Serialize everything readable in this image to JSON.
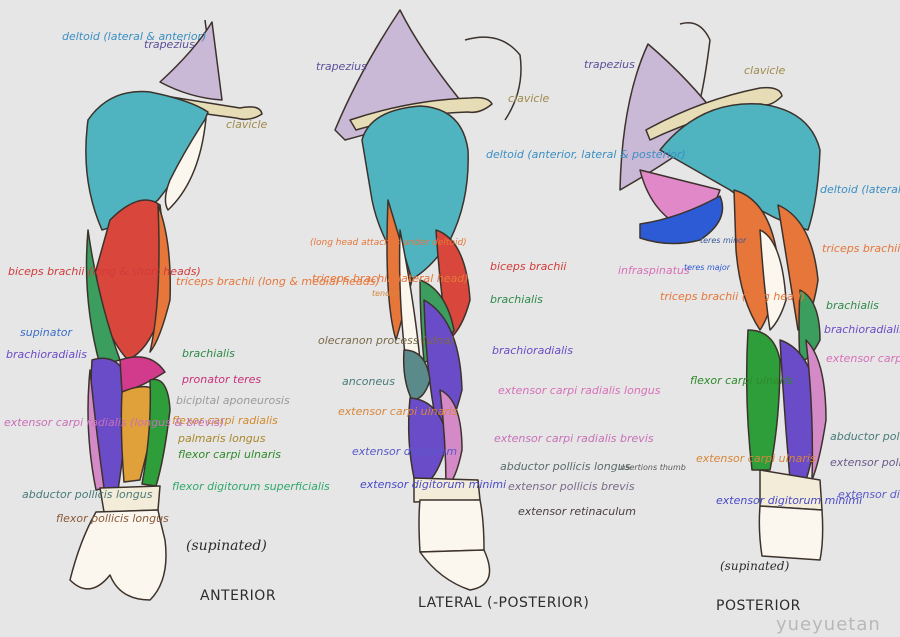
{
  "titles": {
    "anterior": "ANTERIOR",
    "lateral": "LATERAL (-POSTERIOR)",
    "posterior": "POSTERIOR",
    "supinated_a": "(supinated)",
    "supinated_p": "(supinated)"
  },
  "watermark": "yueyuetan",
  "colors": {
    "deltoid": "#4fb4c0",
    "trapezius": "#c9b8d6",
    "biceps": "#d9473c",
    "triceps": "#e6763a",
    "brachialis": "#3c9e5e",
    "brachioradialis": "#6a4bc8",
    "pronator": "#d23a8c",
    "flexor_radialis": "#e0a03a",
    "palmaris": "#caa43a",
    "flexor_ulnaris": "#2e9e3a",
    "extensor_radialis": "#d58ac8",
    "abductor": "#5a8a8a",
    "teres_major": "#2d5bd6",
    "infraspinatus": "#e088c8",
    "clavicle": "#e6dcb6",
    "skin": "#fbf7ee",
    "outline": "#3c322c"
  },
  "anterior": {
    "labels": {
      "deltoid": "deltoid (lateral & anterior)",
      "trapezius": "trapezius",
      "clavicle": "clavicle",
      "biceps": "biceps brachii (long & short heads)",
      "triceps": "triceps brachii (long & medial heads)",
      "supinator": "supinator",
      "brachioradialis": "brachioradialis",
      "brachialis": "brachialis",
      "pronator": "pronator teres",
      "bicipital": "bicipital aponeurosis",
      "flexor_radialis": "flexor carpi radialis",
      "palmaris": "palmaris longus",
      "flexor_ulnaris": "flexor carpi ulnaris",
      "extensor_radialis": "extensor carpi radialis (longus & brevis)",
      "flexor_digitorum": "flexor digitorum superficialis",
      "abductor": "abductor pollicis longus",
      "flexor_pollicis": "flexor pollicis longus"
    }
  },
  "lateral": {
    "labels": {
      "trapezius": "trapezius",
      "clavicle": "clavicle",
      "deltoid": "deltoid (anterior, lateral & posterior)",
      "triceps_long": "(long head attaches under deltoid)",
      "triceps": "triceps brachii (lateral head)",
      "tendon": "tendon",
      "biceps": "biceps brachii",
      "brachialis": "brachialis",
      "olecranon": "olecranon process (ulna)",
      "brachioradialis": "brachioradialis",
      "anconeus": "anconeus",
      "ext_radialis_longus": "extensor carpi radialis longus",
      "ext_ulnaris": "extensor carpi ulnaris",
      "ext_radialis_brevis": "extensor carpi radialis brevis",
      "ext_digitorum": "extensor digitorum",
      "abd_pollicis": "abductor pollicis longus",
      "ext_pollicis": "extensor pollicis brevis",
      "ext_minimi": "extensor digitorum minimi",
      "thumb": "insertions thumb",
      "retinaculum": "extensor retinaculum"
    }
  },
  "posterior": {
    "labels": {
      "trapezius": "trapezius",
      "clavicle": "clavicle",
      "deltoid": "deltoid (lateral & posterior)",
      "teres_minor": "teres minor",
      "infraspinatus": "infraspinatus",
      "teres_major": "teres major",
      "triceps_right": "triceps brachii (lateral head)",
      "triceps_left": "triceps brachii (long head)",
      "brachialis": "brachialis",
      "brachioradialis": "brachioradialis",
      "ext_radialis": "extensor carpi radialis longus & brevis",
      "flexor_ulnaris": "flexor carpi ulnaris",
      "abductor": "abductor pollicis longus",
      "ext_pollicis": "extensor pollicis brevis",
      "ext_carpi_ulnaris": "extensor carpi ulnaris",
      "ext_digitorum_minimi": "extensor digitorum minimi",
      "ext_digitorum": "extensor digitorum"
    }
  }
}
